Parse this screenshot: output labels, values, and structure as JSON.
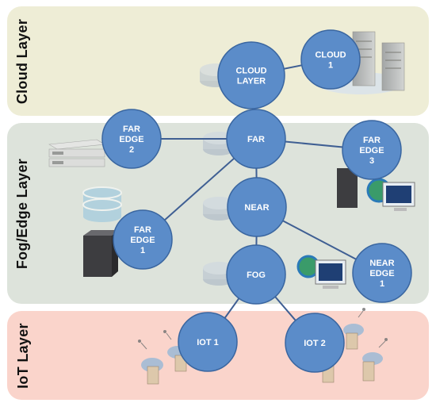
{
  "layers": {
    "cloud": {
      "label": "Cloud Layer",
      "color": "#eeedd6"
    },
    "fog_edge": {
      "label": "Fog/Edge Layer",
      "color": "#dde3db"
    },
    "iot": {
      "label": "IoT Layer",
      "color": "#fad4cb"
    }
  },
  "colors": {
    "node_fill": "#5b8cc9",
    "node_stroke": "#3a66a0",
    "link": "#3f5f93"
  },
  "nodes": [
    {
      "id": "cloud-layer",
      "lines": [
        "CLOUD",
        "LAYER"
      ]
    },
    {
      "id": "cloud-1",
      "lines": [
        "CLOUD",
        "1"
      ]
    },
    {
      "id": "far",
      "lines": [
        "FAR"
      ]
    },
    {
      "id": "far-edge-2",
      "lines": [
        "FAR",
        "EDGE",
        "2"
      ]
    },
    {
      "id": "far-edge-3",
      "lines": [
        "FAR",
        "EDGE",
        "3"
      ]
    },
    {
      "id": "near",
      "lines": [
        "NEAR"
      ]
    },
    {
      "id": "far-edge-1",
      "lines": [
        "FAR",
        "EDGE",
        "1"
      ]
    },
    {
      "id": "fog",
      "lines": [
        "FOG"
      ]
    },
    {
      "id": "near-edge-1",
      "lines": [
        "NEAR",
        "EDGE",
        "1"
      ]
    },
    {
      "id": "iot-1",
      "lines": [
        "IOT 1"
      ]
    },
    {
      "id": "iot-2",
      "lines": [
        "IOT 2"
      ]
    }
  ],
  "links": [
    [
      "cloud-layer",
      "cloud-1"
    ],
    [
      "cloud-layer",
      "far"
    ],
    [
      "far",
      "far-edge-2"
    ],
    [
      "far",
      "far-edge-3"
    ],
    [
      "far",
      "near"
    ],
    [
      "far",
      "far-edge-1"
    ],
    [
      "near",
      "fog"
    ],
    [
      "near",
      "near-edge-1"
    ],
    [
      "fog",
      "iot-1"
    ],
    [
      "fog",
      "iot-2"
    ]
  ]
}
